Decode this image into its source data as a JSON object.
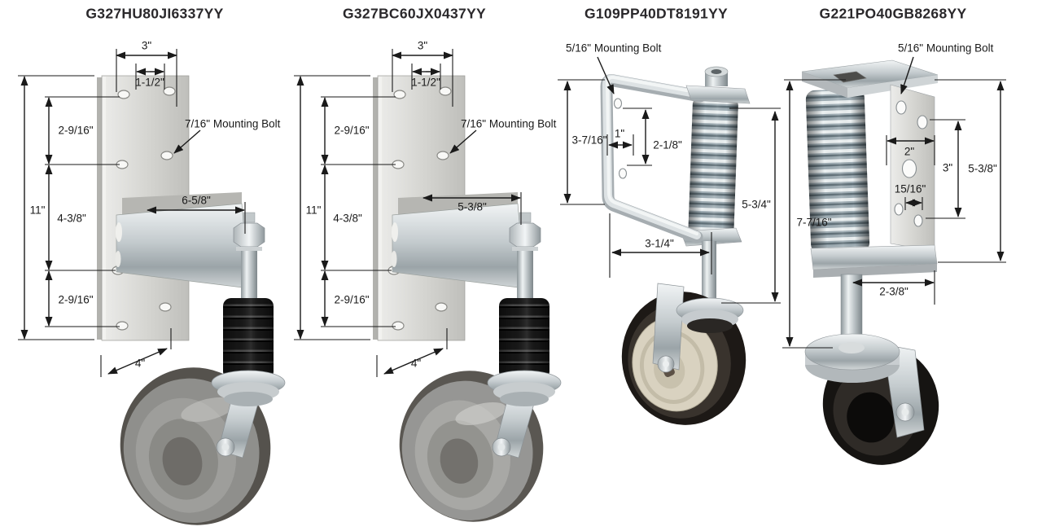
{
  "page": {
    "background": "#ffffff",
    "line_color": "#1a1a1a",
    "plate_metal_color": "#d6d6d2",
    "zinc_metal_color": "#c4cbce",
    "black_spring_color": "#161616",
    "zinc_spring_color": "#a2afb6"
  },
  "casters": [
    {
      "title": "G327HU80JI6337YY",
      "dims": {
        "plate_top_width": "3\"",
        "hole_spacing": "1-1/2\"",
        "upper_hole_spacing": "2-9/16\"",
        "plate_height": "11\"",
        "middle_hole_spacing": "4-3/8\"",
        "lower_hole_spacing": "2-9/16\"",
        "arm_length": "6-5/8\"",
        "plate_depth": "4\"",
        "mounting_bolt": "7/16\" Mounting Bolt"
      }
    },
    {
      "title": "G327BC60JX0437YY",
      "dims": {
        "plate_top_width": "3\"",
        "hole_spacing": "1-1/2\"",
        "upper_hole_spacing": "2-9/16\"",
        "plate_height": "11\"",
        "middle_hole_spacing": "4-3/8\"",
        "lower_hole_spacing": "2-9/16\"",
        "arm_length": "5-3/8\"",
        "plate_depth": "4\"",
        "mounting_bolt": "7/16\" Mounting Bolt"
      }
    },
    {
      "title": "G109PP40DT8191YY",
      "dims": {
        "mounting_bolt": "5/16\" Mounting Bolt",
        "bracket_height": "3-7/16\"",
        "hole_inset": "1\"",
        "hole_spacing": "2-1/8\"",
        "spring_height": "5-3/4\"",
        "bracket_depth": "3-1/4\""
      }
    },
    {
      "title": "G221PO40GB8268YY",
      "dims": {
        "mounting_bolt": "5/16\" Mounting Bolt",
        "overall_height": "7-7/16\"",
        "plate_width": "2\"",
        "hole_span": "3\"",
        "bracket_side_height": "5-3/8\"",
        "hole_spacing": "15/16\"",
        "base_depth": "2-3/8\""
      }
    }
  ]
}
